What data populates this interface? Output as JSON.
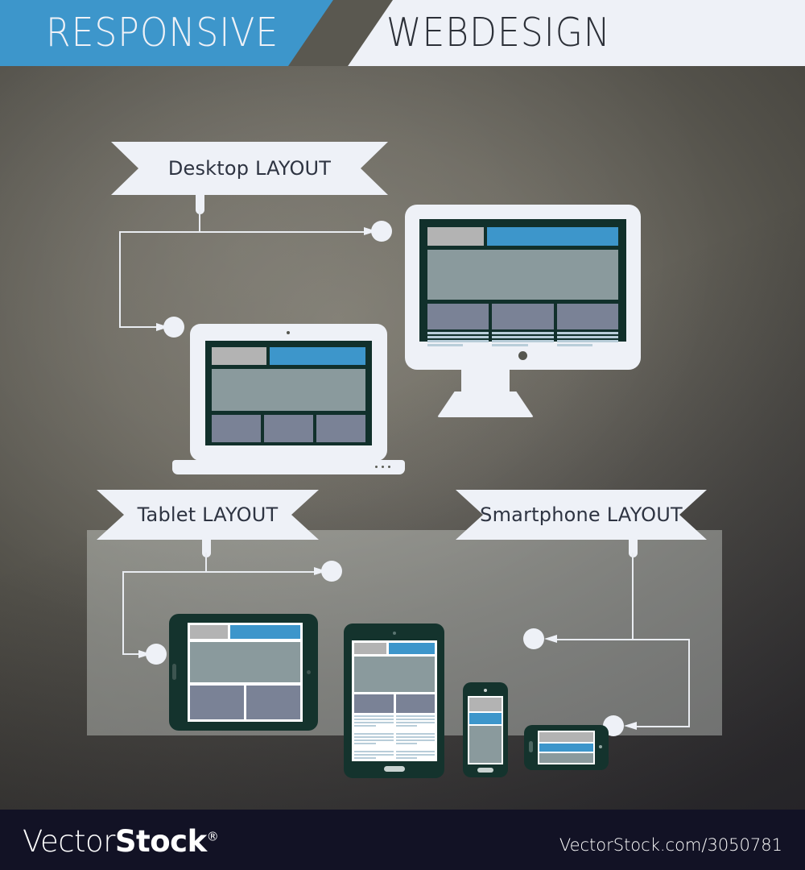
{
  "header": {
    "title_left": "RESPONSIVE",
    "title_right": "WEBDESIGN",
    "blue": "#3d96cb",
    "light": "#eef1f7",
    "slash": "#5a5850"
  },
  "banners": {
    "desktop": "Desktop LAYOUT",
    "tablet": "Tablet LAYOUT",
    "smartphone": "Smartphone LAYOUT"
  },
  "palette": {
    "accent_blue": "#3d96cb",
    "screen_dark": "#11302b",
    "device_body": "#14332d",
    "bezel_light": "#eef1f7",
    "logo_gray": "#b3b3b3",
    "hero_gray": "#8a9a9d",
    "box_gray": "#7a8296",
    "text_line": "#b8cdd9",
    "panel_gray": "#9aa39b",
    "background": "#6e6b62",
    "footer_bg": "#121225"
  },
  "devices": {
    "monitor": {
      "name": "desktop-monitor",
      "wireframe": {
        "logo": "logo-block",
        "nav": "nav-bar",
        "hero": "hero-banner",
        "columns": 3,
        "lines_per_column": 4
      }
    },
    "laptop": {
      "name": "laptop",
      "wireframe": {
        "logo": "logo-block",
        "nav": "nav-bar",
        "hero": "hero-banner",
        "columns": 3,
        "lines_per_column": 0
      },
      "base_dots": 3
    },
    "tablet_landscape": {
      "name": "tablet-landscape",
      "wireframe": {
        "logo": "logo-block",
        "nav": "nav-bar",
        "hero": "hero-banner",
        "columns": 2,
        "lines_per_column": 0
      }
    },
    "tablet_portrait": {
      "name": "tablet-portrait",
      "wireframe": {
        "logo": "logo-block",
        "nav": "nav-bar",
        "hero": "hero-banner",
        "columns": 2,
        "lines_per_column": 12
      }
    },
    "phone_portrait": {
      "name": "smartphone-portrait",
      "wireframe": {
        "logo": "logo-block",
        "nav": "nav-bar",
        "hero": "hero-banner",
        "columns": 0
      }
    },
    "phone_landscape": {
      "name": "smartphone-landscape",
      "wireframe": {
        "logo": "logo-block",
        "nav": "nav-bar",
        "hero": "hero-banner",
        "columns": 0
      }
    }
  },
  "footer": {
    "logo_thin": "Vector",
    "logo_bold": "Stock",
    "logo_reg": "®",
    "url": "VectorStock.com/3050781"
  }
}
